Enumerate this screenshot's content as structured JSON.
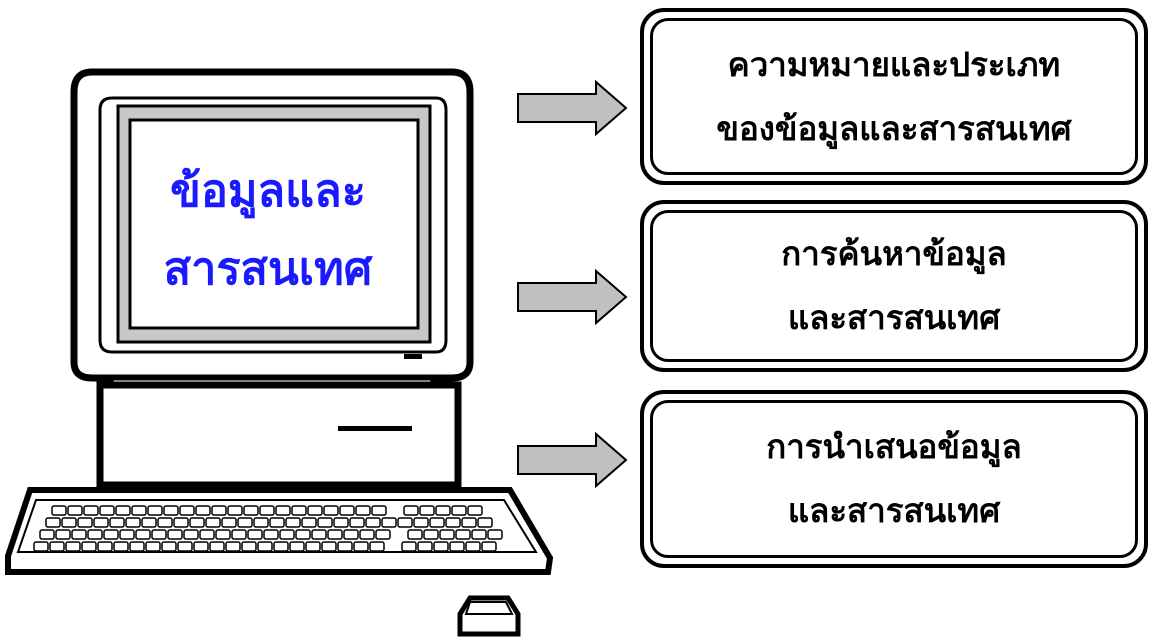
{
  "monitor": {
    "line1": "ข้อมูลและ",
    "line2": "สารสนเทศ",
    "text_color": "#1a1aff"
  },
  "topics": [
    {
      "line1": "ความหมายและประเภท",
      "line2": "ของข้อมูลและสารสนเทศ"
    },
    {
      "line1": "การค้นหาข้อมูล",
      "line2": "และสารสนเทศ"
    },
    {
      "line1": "การนำเสนอข้อมูล",
      "line2": "และสารสนเทศ"
    }
  ],
  "arrow_color": "#c0c0c0",
  "screen_color": "#c8c8c8"
}
